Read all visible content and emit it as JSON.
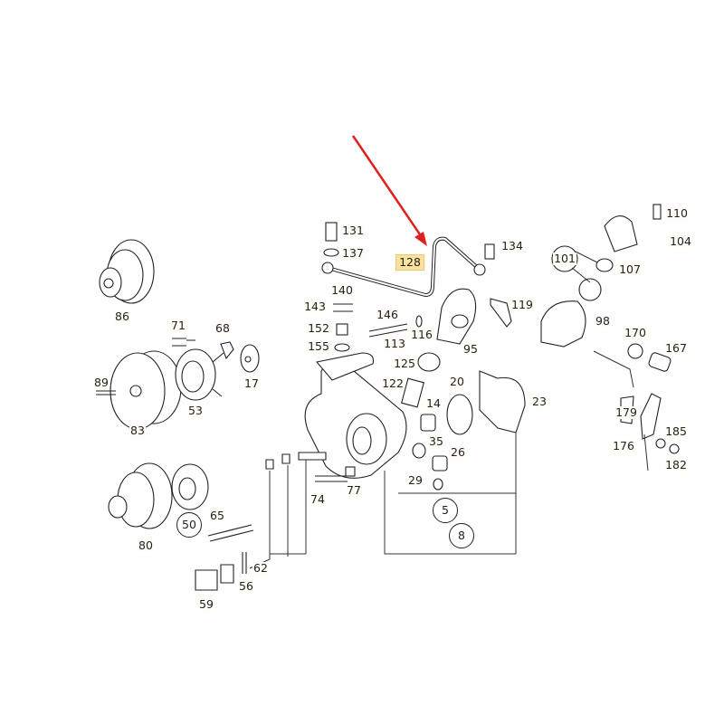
{
  "diagram": {
    "highlighted_part": "128",
    "arrow_color": "#e02020",
    "highlight_color": "#fbe29a",
    "callouts": [
      "86",
      "71",
      "68",
      "89",
      "17",
      "83",
      "53",
      "131",
      "137",
      "128",
      "134",
      "140",
      "143",
      "146",
      "152",
      "155",
      "113",
      "116",
      "95",
      "119",
      "125",
      "122",
      "20",
      "14",
      "35",
      "26",
      "29",
      "23",
      "101",
      "110",
      "104",
      "107",
      "98",
      "170",
      "167",
      "179",
      "176",
      "185",
      "182",
      "74",
      "77",
      "5",
      "8",
      "50",
      "65",
      "80",
      "62",
      "56",
      "59"
    ]
  }
}
